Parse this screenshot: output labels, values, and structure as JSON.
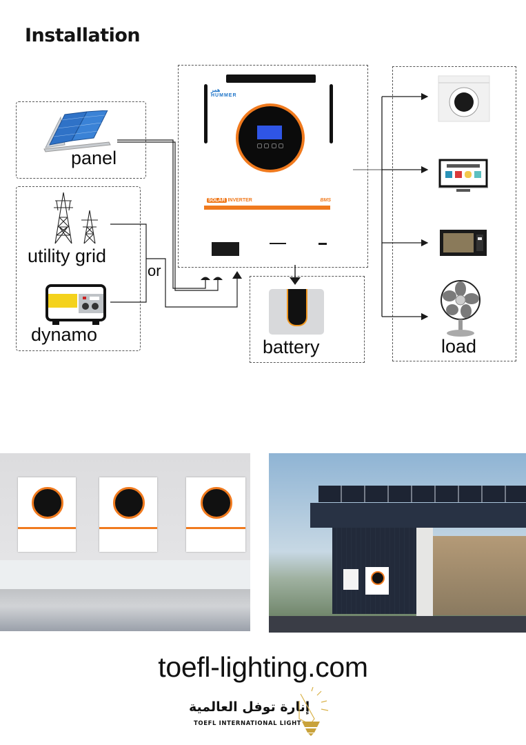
{
  "page": {
    "title": "Installation"
  },
  "diagram": {
    "sources": {
      "panel_label": "panel",
      "grid_label": "utility grid",
      "dynamo_label": "dynamo",
      "or_label": "or"
    },
    "inverter": {
      "brand_ar": "همر",
      "brand_en": "HUMMER",
      "stripe_label_a": "SOLAR",
      "stripe_label_b": "INVERTER",
      "stripe_badge": "BMS"
    },
    "battery_label": "battery",
    "load": {
      "label": "load",
      "appliances": [
        "washing machine",
        "television",
        "microwave",
        "fan"
      ]
    },
    "colors": {
      "accent_orange": "#f07a1e",
      "screen_blue": "#2f55e6",
      "line": "#1a1a1a"
    }
  },
  "photos": {
    "left_alt": "Three wall-mounted solar inverters above distribution panels",
    "right_alt": "Modern house with rooftop solar panels and wall-mounted inverter and battery"
  },
  "footer": {
    "website": "toefl-lighting.com",
    "brand_arabic": "إنارة توفل العالمية",
    "brand_english": "TOEFL INTERNATIONAL LIGHT"
  }
}
